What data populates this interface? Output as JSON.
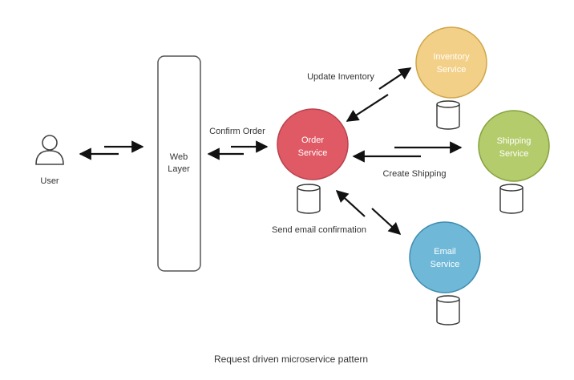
{
  "caption": "Request driven microservice pattern",
  "user": {
    "label": "User"
  },
  "web_layer": {
    "line1": "Web",
    "line2": "Layer"
  },
  "order_service": {
    "line1": "Order",
    "line2": "Service",
    "color": "#e05a66",
    "border": "#b8424d"
  },
  "inventory_service": {
    "line1": "Inventory",
    "line2": "Service",
    "color": "#f3d087",
    "border": "#cfa64a"
  },
  "shipping_service": {
    "line1": "Shipping",
    "line2": "Service",
    "color": "#b4cc6c",
    "border": "#86a23e"
  },
  "email_service": {
    "line1": "Email",
    "line2": "Service",
    "color": "#6fb8d8",
    "border": "#3f8cb0"
  },
  "edges": {
    "confirm_order": "Confirm Order",
    "update_inventory": "Update Inventory",
    "create_shipping": "Create Shipping",
    "send_email": "Send email confirmation"
  }
}
